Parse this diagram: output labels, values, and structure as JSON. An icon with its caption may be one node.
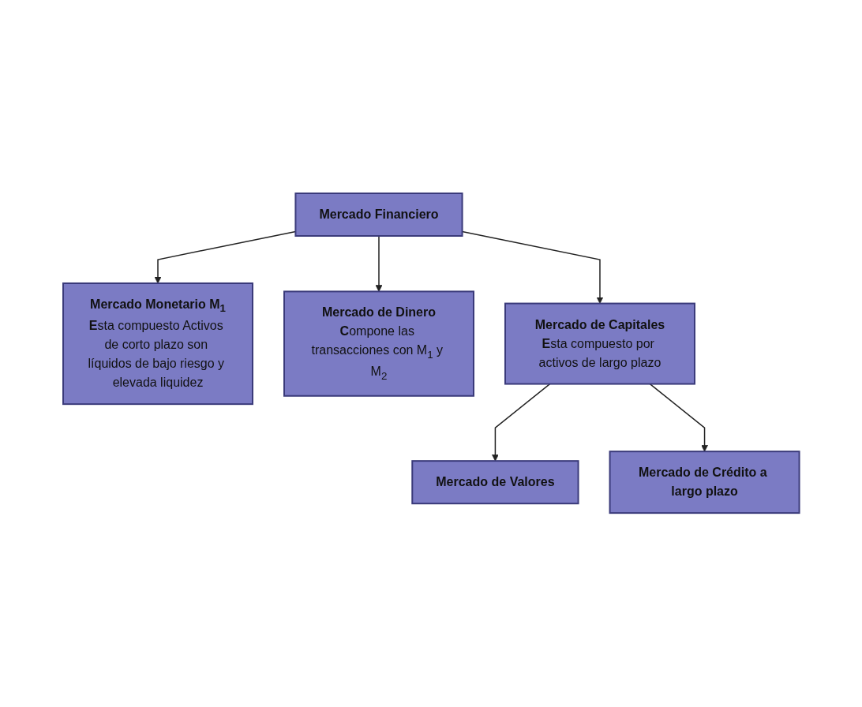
{
  "diagram": {
    "nodes": [
      {
        "text": [
          "Mercado Financiero"
        ]
      },
      {
        "text": [
          "Mercado Monetario M$_{1}$",
          "**E**sta compuesto Activos de corto plazo son líquidos de bajo riesgo y elevada liquidez"
        ]
      },
      {
        "text": [
          "Mercado de Dinero",
          "**C**ompone las transacciones con M$_{1}$ y M$_{2}$"
        ]
      },
      {
        "text": [
          "Mercado de Capitales",
          "**E**sta compuesto por activos de largo plazo"
        ]
      },
      {
        "text": [
          "Mercado de Valores"
        ]
      },
      {
        "text": [
          "Mercado de Crédito a largo plazo"
        ]
      }
    ],
    "edges": [
      {
        "from": 0,
        "to": 1,
        "arrow": "to"
      },
      {
        "from": 0,
        "to": 2,
        "arrow": "to"
      },
      {
        "from": 0,
        "to": 3,
        "arrow": "to"
      },
      {
        "from": 3,
        "to": 4,
        "arrow": "to"
      },
      {
        "from": 3,
        "to": 5,
        "arrow": "to"
      }
    ]
  }
}
